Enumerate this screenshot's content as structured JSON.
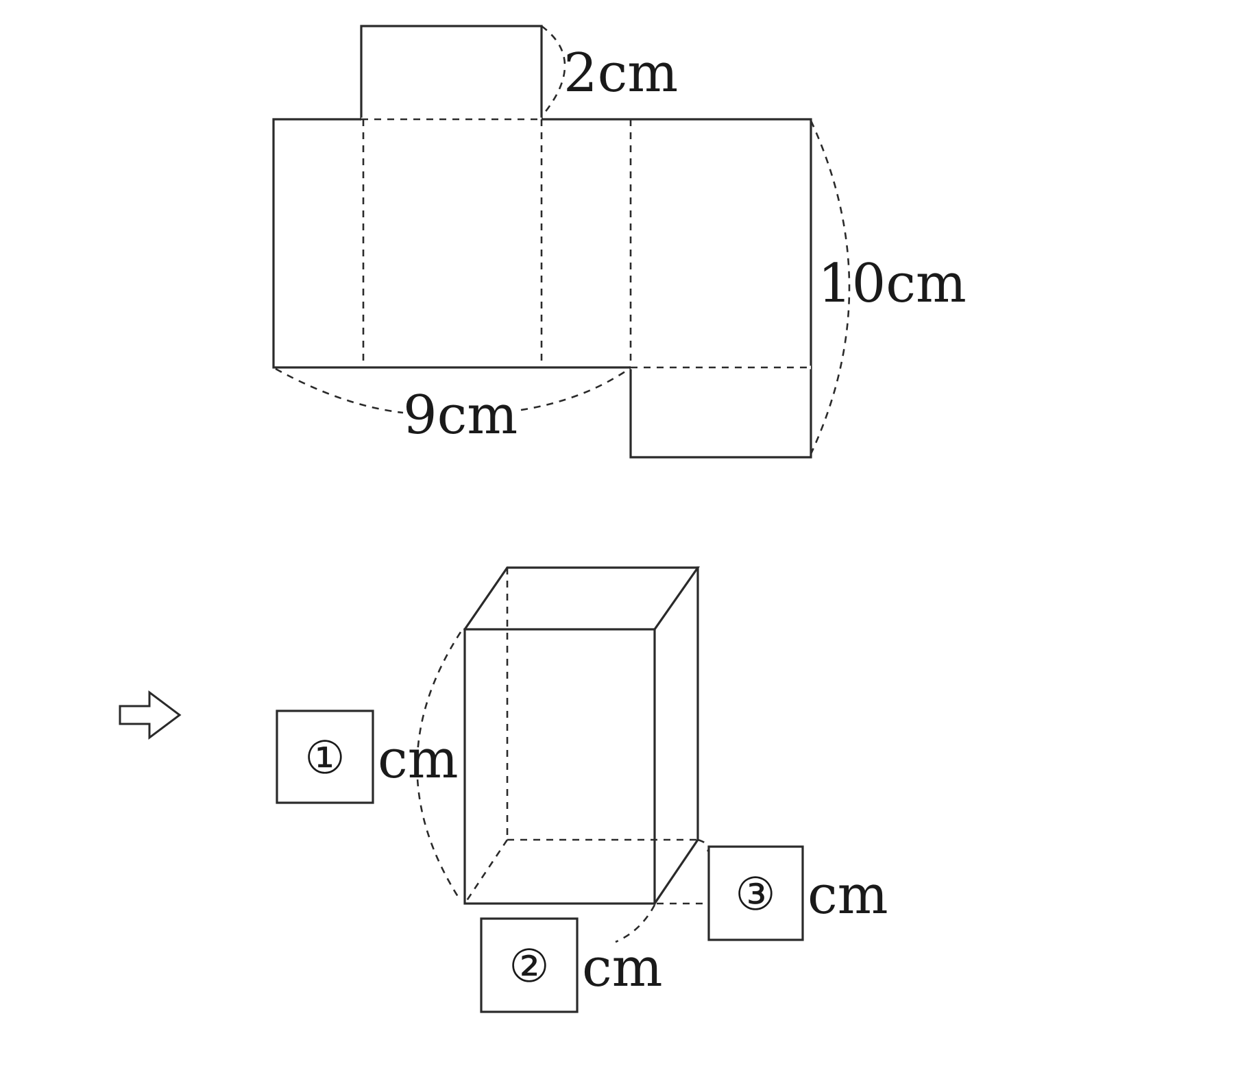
{
  "net": {
    "top_flap_label": "2cm",
    "height_label": "10cm",
    "width_label": "9cm"
  },
  "arrow": {
    "icon": "hollow-right-arrow-icon"
  },
  "prism": {
    "answer_boxes": [
      {
        "marker": "①",
        "unit": "cm"
      },
      {
        "marker": "②",
        "unit": "cm"
      },
      {
        "marker": "③",
        "unit": "cm"
      }
    ]
  }
}
